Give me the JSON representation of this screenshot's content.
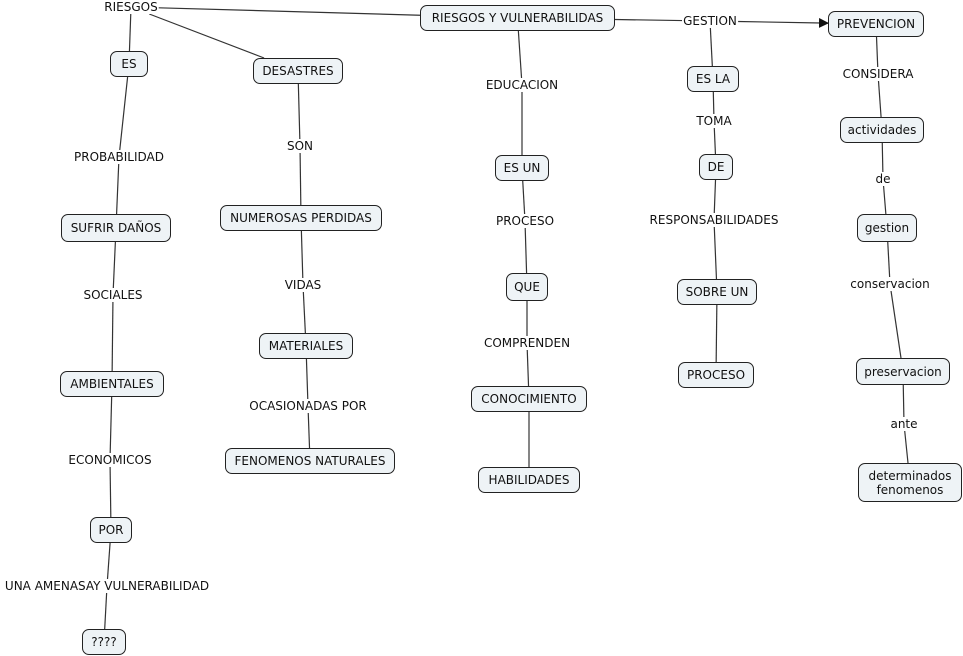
{
  "concepts": [
    {
      "id": "riesgos_vuln",
      "text": "RIESGOS Y VULNERABILIDAS"
    },
    {
      "id": "es",
      "text": "ES"
    },
    {
      "id": "desastres",
      "text": "DESASTRES"
    },
    {
      "id": "sufrir",
      "text": "SUFRIR DAÑOS"
    },
    {
      "id": "numerosas",
      "text": "NUMEROSAS PERDIDAS"
    },
    {
      "id": "ambientales",
      "text": "AMBIENTALES"
    },
    {
      "id": "materiales",
      "text": "MATERIALES"
    },
    {
      "id": "fenomenos_nat",
      "text": "FENOMENOS NATURALES"
    },
    {
      "id": "por",
      "text": "POR"
    },
    {
      "id": "q",
      "text": "????"
    },
    {
      "id": "es_un",
      "text": "ES UN"
    },
    {
      "id": "que",
      "text": "QUE"
    },
    {
      "id": "conocimiento",
      "text": "CONOCIMIENTO"
    },
    {
      "id": "habilidades",
      "text": "HABILIDADES"
    },
    {
      "id": "es_la",
      "text": "ES LA"
    },
    {
      "id": "de_node",
      "text": "DE"
    },
    {
      "id": "sobre_un",
      "text": "SOBRE UN"
    },
    {
      "id": "proceso_node",
      "text": "PROCESO"
    },
    {
      "id": "prevencion",
      "text": "PREVENCION"
    },
    {
      "id": "actividades",
      "text": "actividades"
    },
    {
      "id": "gestion_node",
      "text": "gestion"
    },
    {
      "id": "preservacion",
      "text": "preservacion"
    },
    {
      "id": "determinados",
      "text": "determinados\nfenomenos"
    }
  ],
  "linking_phrases": [
    {
      "id": "riesgos",
      "text": "RIESGOS"
    },
    {
      "id": "probabilidad",
      "text": "PROBABILIDAD"
    },
    {
      "id": "son",
      "text": "SON"
    },
    {
      "id": "sociales",
      "text": "SOCIALES"
    },
    {
      "id": "vidas",
      "text": "VIDAS"
    },
    {
      "id": "ocasionadas",
      "text": "OCASIONADAS POR"
    },
    {
      "id": "economicos",
      "text": "ECONOMICOS"
    },
    {
      "id": "amenasa",
      "text": "UNA AMENASAY VULNERABILIDAD"
    },
    {
      "id": "educacion",
      "text": "EDUCACION"
    },
    {
      "id": "proceso_lbl",
      "text": "PROCESO"
    },
    {
      "id": "comprenden",
      "text": "COMPRENDEN"
    },
    {
      "id": "gestion_lbl",
      "text": "GESTION"
    },
    {
      "id": "toma",
      "text": "TOMA"
    },
    {
      "id": "responsabilidades",
      "text": "RESPONSABILIDADES"
    },
    {
      "id": "considera",
      "text": "CONSIDERA"
    },
    {
      "id": "de_lbl",
      "text": "de"
    },
    {
      "id": "conservacion",
      "text": "conservacion"
    },
    {
      "id": "ante",
      "text": "ante"
    }
  ],
  "connections": [
    {
      "from": "riesgos_vuln",
      "to": "riesgos"
    },
    {
      "from": "riesgos",
      "to": "es"
    },
    {
      "from": "riesgos",
      "to": "desastres"
    },
    {
      "from": "es",
      "to": "probabilidad"
    },
    {
      "from": "probabilidad",
      "to": "sufrir"
    },
    {
      "from": "sufrir",
      "to": "sociales"
    },
    {
      "from": "sociales",
      "to": "ambientales"
    },
    {
      "from": "ambientales",
      "to": "economicos"
    },
    {
      "from": "economicos",
      "to": "por"
    },
    {
      "from": "por",
      "to": "amenasa"
    },
    {
      "from": "amenasa",
      "to": "q"
    },
    {
      "from": "desastres",
      "to": "son"
    },
    {
      "from": "son",
      "to": "numerosas"
    },
    {
      "from": "numerosas",
      "to": "vidas"
    },
    {
      "from": "vidas",
      "to": "materiales"
    },
    {
      "from": "materiales",
      "to": "ocasionadas"
    },
    {
      "from": "ocasionadas",
      "to": "fenomenos_nat"
    },
    {
      "from": "riesgos_vuln",
      "to": "educacion"
    },
    {
      "from": "educacion",
      "to": "es_un"
    },
    {
      "from": "es_un",
      "to": "proceso_lbl"
    },
    {
      "from": "proceso_lbl",
      "to": "que"
    },
    {
      "from": "que",
      "to": "comprenden"
    },
    {
      "from": "comprenden",
      "to": "conocimiento"
    },
    {
      "from": "conocimiento",
      "to": "habilidades"
    },
    {
      "from": "riesgos_vuln",
      "to": "gestion_lbl"
    },
    {
      "from": "gestion_lbl",
      "to": "prevencion",
      "arrow": true
    },
    {
      "from": "gestion_lbl",
      "to": "es_la"
    },
    {
      "from": "es_la",
      "to": "toma"
    },
    {
      "from": "toma",
      "to": "de_node"
    },
    {
      "from": "de_node",
      "to": "responsabilidades"
    },
    {
      "from": "responsabilidades",
      "to": "sobre_un"
    },
    {
      "from": "sobre_un",
      "to": "proceso_node"
    },
    {
      "from": "prevencion",
      "to": "considera"
    },
    {
      "from": "considera",
      "to": "actividades"
    },
    {
      "from": "actividades",
      "to": "de_lbl"
    },
    {
      "from": "de_lbl",
      "to": "gestion_node"
    },
    {
      "from": "gestion_node",
      "to": "conservacion"
    },
    {
      "from": "conservacion",
      "to": "preservacion"
    },
    {
      "from": "preservacion",
      "to": "ante"
    },
    {
      "from": "ante",
      "to": "determinados"
    }
  ]
}
